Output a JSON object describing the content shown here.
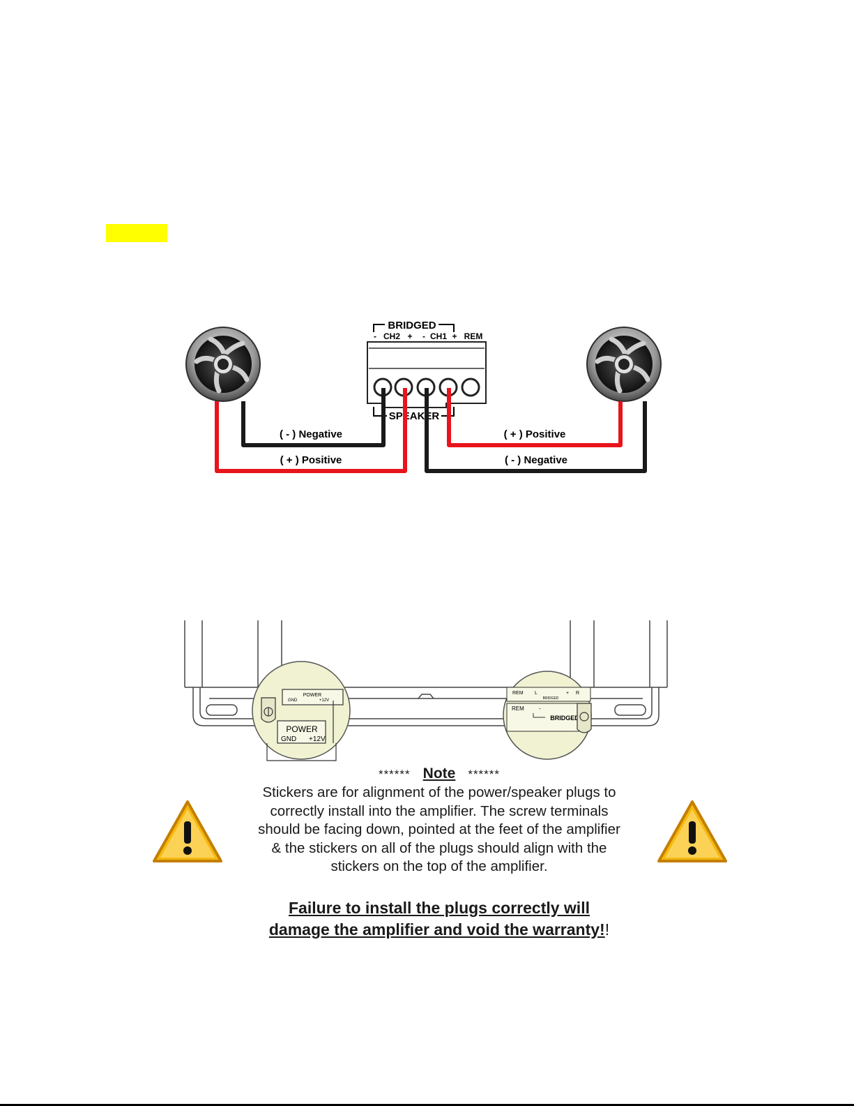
{
  "wiring_diagram": {
    "bridged_label": "BRIDGED",
    "terminal_labels": {
      "ch2_minus": "-",
      "ch2": "CH2",
      "ch2_plus": "+",
      "ch1_minus": "-",
      "ch1": "CH1",
      "ch1_plus": "+",
      "rem": "REM"
    },
    "speaker_label": "SPEAKER",
    "left_negative": "( - ) Negative",
    "left_positive": "( + ) Positive",
    "right_positive": "( + ) Positive",
    "right_negative": "( - ) Negative",
    "wire_colors": {
      "negative": "#1a1a1a",
      "positive": "#e8141c"
    }
  },
  "amplifier_diagram": {
    "power_small": "POWER",
    "gnd_small": "GND",
    "plus12_small": "+12V",
    "power_label": "POWER",
    "gnd_label": "GND",
    "plus12_label": "+12V",
    "rem_small": "REM",
    "l_small": "L",
    "r_small": "R",
    "plus_small": "+",
    "minus_small": "-",
    "bridged_small": "BRIDGED",
    "rem_label2": "REM",
    "bridged_label2": "BRIDGED"
  },
  "note": {
    "stars_left": "******",
    "title": "Note",
    "stars_right": "******",
    "lines": [
      "Stickers are for alignment of the power/speaker plugs to",
      "correctly install into the amplifier.  The screw terminals",
      "should be facing down, pointed at the feet of the amplifier",
      "& the stickers on all of the plugs should align with the",
      "stickers on the top of the amplifier."
    ],
    "warning_line1": "Failure to install the plugs correctly will",
    "warning_line2": "damage the amplifier and void the warranty!",
    "warning_suffix": "!"
  },
  "colors": {
    "highlight": "#ffff00",
    "warning_fill": "#f5b90f"
  }
}
